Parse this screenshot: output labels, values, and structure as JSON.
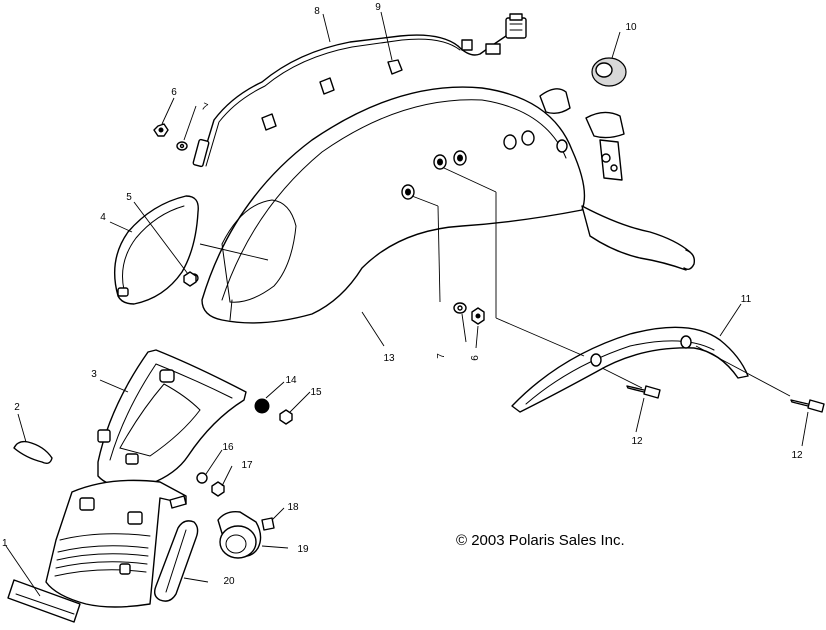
{
  "callouts": [
    {
      "id": "c-1",
      "label": "1"
    },
    {
      "id": "c-2",
      "label": "2"
    },
    {
      "id": "c-3",
      "label": "3"
    },
    {
      "id": "c-4",
      "label": "4"
    },
    {
      "id": "c-5",
      "label": "5"
    },
    {
      "id": "c-6a",
      "label": "6"
    },
    {
      "id": "c-6b",
      "label": "6"
    },
    {
      "id": "c-7a",
      "label": "7"
    },
    {
      "id": "c-7b",
      "label": "7"
    },
    {
      "id": "c-8",
      "label": "8"
    },
    {
      "id": "c-9",
      "label": "9"
    },
    {
      "id": "c-10",
      "label": "10"
    },
    {
      "id": "c-11",
      "label": "11"
    },
    {
      "id": "c-12a",
      "label": "12"
    },
    {
      "id": "c-12b",
      "label": "12"
    },
    {
      "id": "c-13",
      "label": "13"
    },
    {
      "id": "c-14",
      "label": "14"
    },
    {
      "id": "c-15",
      "label": "15"
    },
    {
      "id": "c-16",
      "label": "16"
    },
    {
      "id": "c-17",
      "label": "17"
    },
    {
      "id": "c-18",
      "label": "18"
    },
    {
      "id": "c-19",
      "label": "19"
    },
    {
      "id": "c-20",
      "label": "20"
    }
  ],
  "copyright": "© 2003 Polaris Sales Inc."
}
